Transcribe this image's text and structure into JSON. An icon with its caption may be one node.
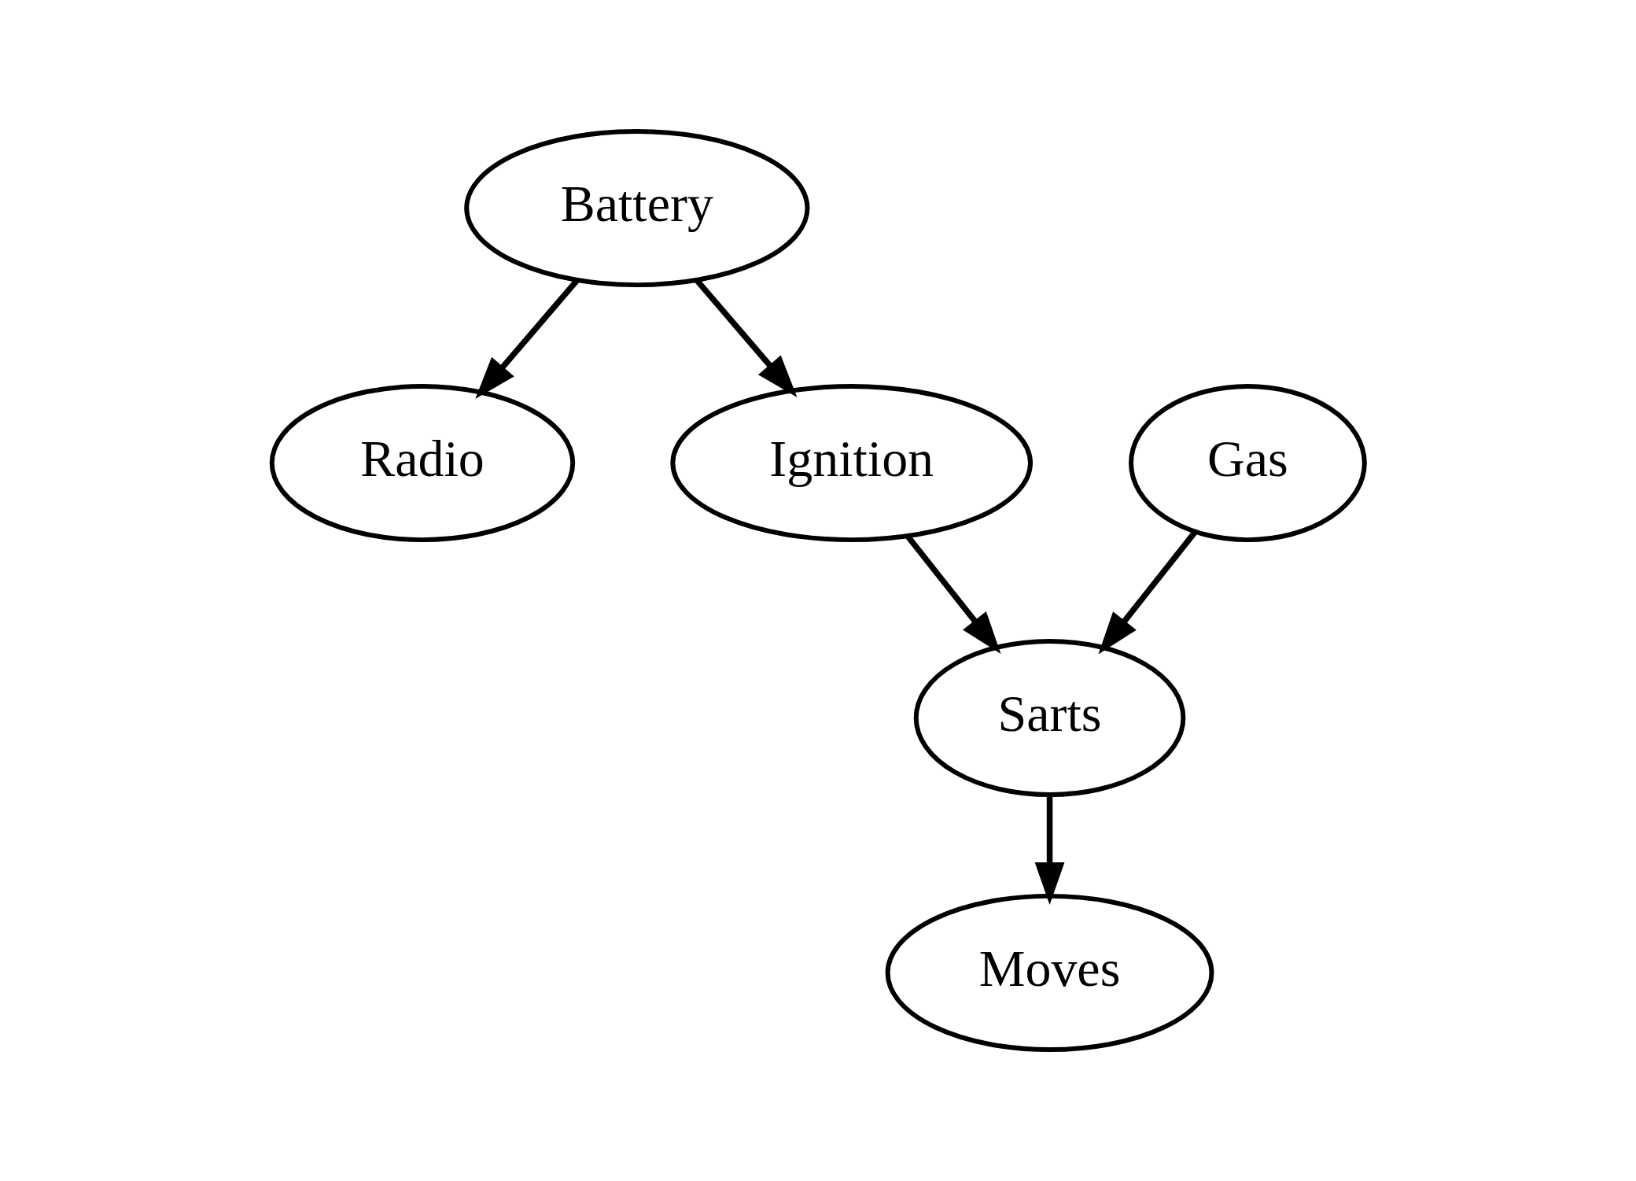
{
  "diagram": {
    "nodes": [
      {
        "text": [
          "Battery"
        ]
      },
      {
        "text": [
          "Radio"
        ]
      },
      {
        "text": [
          "Ignition"
        ]
      },
      {
        "text": [
          "Gas"
        ]
      },
      {
        "text": [
          "Sarts"
        ]
      },
      {
        "text": [
          "Moves"
        ]
      }
    ],
    "edges": [
      {
        "from": 0,
        "to": 1,
        "arrow": "to"
      },
      {
        "from": 0,
        "to": 2,
        "arrow": "to"
      },
      {
        "from": 2,
        "to": 4,
        "arrow": "to"
      },
      {
        "from": 3,
        "to": 4,
        "arrow": "to"
      },
      {
        "from": 4,
        "to": 5,
        "arrow": "to"
      }
    ]
  }
}
